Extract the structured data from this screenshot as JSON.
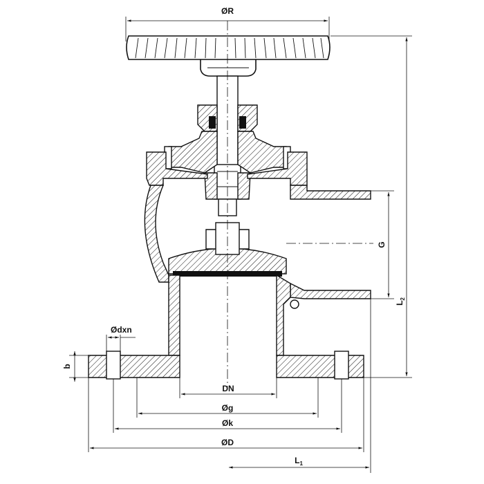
{
  "drawing": {
    "dimensions": {
      "handwheel_diameter": "ØR",
      "thread_size": "G",
      "height": "L",
      "height_sub": "2",
      "bolt_hole": "Ødxn",
      "flange_thickness": "b",
      "nominal_diameter": "DN",
      "raised_face_diameter": "Øg",
      "bolt_circle_diameter": "Øk",
      "flange_outer_diameter": "ØD",
      "length": "L",
      "length_sub": "1"
    }
  }
}
